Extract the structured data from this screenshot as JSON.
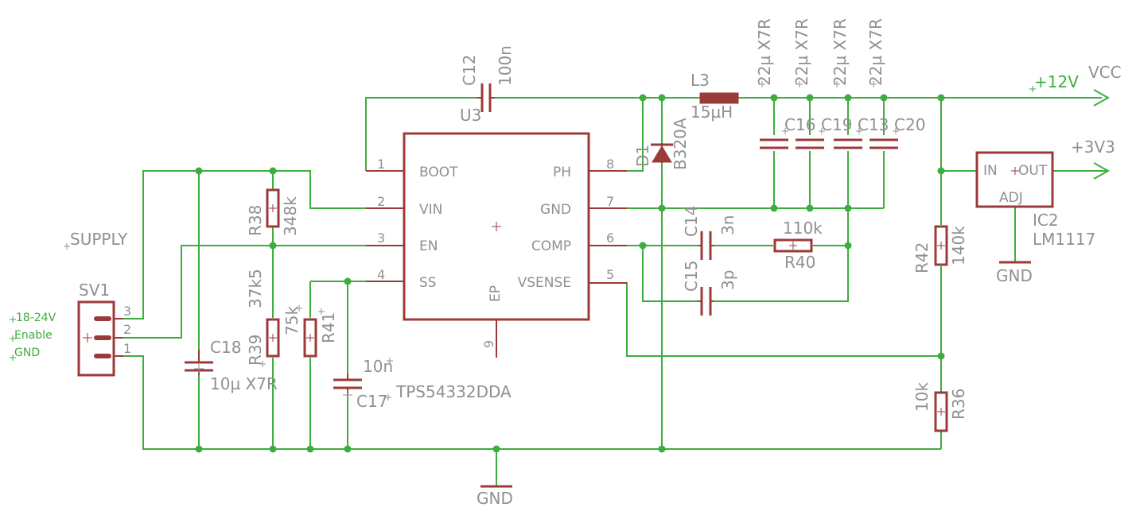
{
  "ic": {
    "name": "U3",
    "value": "TPS54332DDA",
    "pins_left": [
      {
        "num": "1",
        "label": "BOOT"
      },
      {
        "num": "2",
        "label": "VIN"
      },
      {
        "num": "3",
        "label": "EN"
      },
      {
        "num": "4",
        "label": "SS"
      }
    ],
    "pins_right": [
      {
        "num": "8",
        "label": "PH"
      },
      {
        "num": "7",
        "label": "GND"
      },
      {
        "num": "6",
        "label": "COMP"
      },
      {
        "num": "5",
        "label": "VSENSE"
      }
    ],
    "pin_bottom": {
      "num": "9",
      "label": "EP"
    }
  },
  "ic2": {
    "name": "IC2",
    "value": "LM1117",
    "pin_in": "IN",
    "pin_out": "OUT",
    "pin_adj": "ADJ"
  },
  "connector": {
    "name": "SV1",
    "pins": [
      "3",
      "2",
      "1"
    ],
    "labels": [
      "18-24V",
      "Enable",
      "GND"
    ],
    "net": "SUPPLY"
  },
  "parts": {
    "c12": {
      "name": "C12",
      "value": "100n"
    },
    "l3": {
      "name": "L3",
      "value": "15µH"
    },
    "d1": {
      "name": "D1",
      "value": "B320A"
    },
    "c16": {
      "name": "C16",
      "value": "22µ X7R"
    },
    "c19": {
      "name": "C19",
      "value": "22µ X7R"
    },
    "c13": {
      "name": "C13",
      "value": "22µ X7R"
    },
    "c20": {
      "name": "C20",
      "value": "22µ X7R"
    },
    "c14": {
      "name": "C14",
      "value": "3n"
    },
    "c15": {
      "name": "C15",
      "value": "3p"
    },
    "r40": {
      "name": "R40",
      "value": "110k"
    },
    "r38": {
      "name": "R38",
      "value": "348k"
    },
    "r39": {
      "name": "R39",
      "value": "37k5"
    },
    "r41": {
      "name": "R41",
      "value": "75k"
    },
    "c18": {
      "name": "C18",
      "value": "10µ X7R"
    },
    "c17": {
      "name": "C17",
      "value": "10n"
    },
    "r42": {
      "name": "R42",
      "value": "140k"
    },
    "r36": {
      "name": "R36",
      "value": "10k"
    }
  },
  "nets": {
    "p12v": "+12V",
    "vcc": "VCC",
    "p3v3": "+3V3",
    "gnd_main": "GND",
    "gnd_ic2": "GND"
  },
  "colors": {
    "wire": "#3dae3d",
    "symbol": "#9c3a3a",
    "text": "#909090"
  }
}
